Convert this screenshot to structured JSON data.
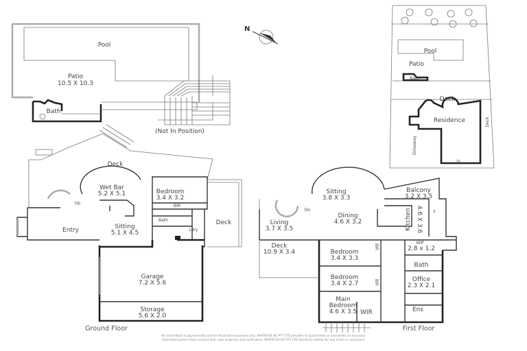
{
  "compass": {
    "north_label": "N"
  },
  "outdoor": {
    "pool": "Pool",
    "patio": {
      "name": "Patio",
      "size": "10.5 X 10.3"
    },
    "bath": "Bath",
    "stairs_note": "(Not In Position)"
  },
  "ground_floor": {
    "caption": "Ground Floor",
    "rooms": {
      "deck_top": "Deck",
      "wet_bar": {
        "name": "Wet Bar",
        "size": "5.2 X 5.1"
      },
      "bedroom": {
        "name": "Bedroom",
        "size": "3.4 X 3.2"
      },
      "bir": "BIR",
      "bath": "Bath",
      "ldry": "Ldry",
      "deck_right": "Deck",
      "entry": "Entry",
      "sitting": {
        "name": "Sitting",
        "size": "5.1 X 4.5"
      },
      "garage": {
        "name": "Garage",
        "size": "7.2 X 5.6"
      },
      "storage": {
        "name": "Storage",
        "size": "5.6 X 2.0"
      },
      "stair_up": "Up"
    }
  },
  "first_floor": {
    "caption": "First Floor",
    "rooms": {
      "sitting": {
        "name": "Sitting",
        "size": "3.8 X 3.3"
      },
      "balcony": {
        "name": "Balcony",
        "size": "3.2 X 3.5"
      },
      "dining": {
        "name": "Dining",
        "size": "4.6 X 3.2"
      },
      "living": {
        "name": "Living",
        "size": "3.7 X 3.5"
      },
      "kitchen": {
        "name": "Kitchen",
        "size": "4.6 X 3.6"
      },
      "fridge": "F",
      "stair_dn": "Dn",
      "deck": {
        "name": "Deck",
        "size": "10.9 X 3.4"
      },
      "wip": {
        "name": "WIP",
        "size": "2.8 x 1.2"
      },
      "bedroom1": {
        "name": "Bedroom",
        "size": "3.4 X 3.3"
      },
      "bedroom2": {
        "name": "Bedroom",
        "size": "3.4 X 2.7"
      },
      "bath": "Bath",
      "office": {
        "name": "Office",
        "size": "2.3 X 2.1"
      },
      "main_bedroom": {
        "name": "Main",
        "name2": "Bedroom",
        "size": "4.6 X 3.5"
      },
      "wir": "WIR",
      "ens": "Ens",
      "bir1": "BIR",
      "bir2": "BIR"
    }
  },
  "site_plan": {
    "pool": "Pool",
    "patio": "Patio",
    "bath": "Bath",
    "deck": "Deck",
    "residence": "Residence",
    "driveway": "Driveway",
    "deck_side": "Deck",
    "up": "Up"
  },
  "disclaimer": {
    "line1": "All information is approximate and for illustrative purposes only. WHITEFOX NZ PTY LTD provides no guarantees or warranties on accuracy.",
    "line2": "Interested parties must conduct their own enquiries and verification. WHITEFOX NZ PTY LTD disclaims liability for any errors or omissions."
  }
}
